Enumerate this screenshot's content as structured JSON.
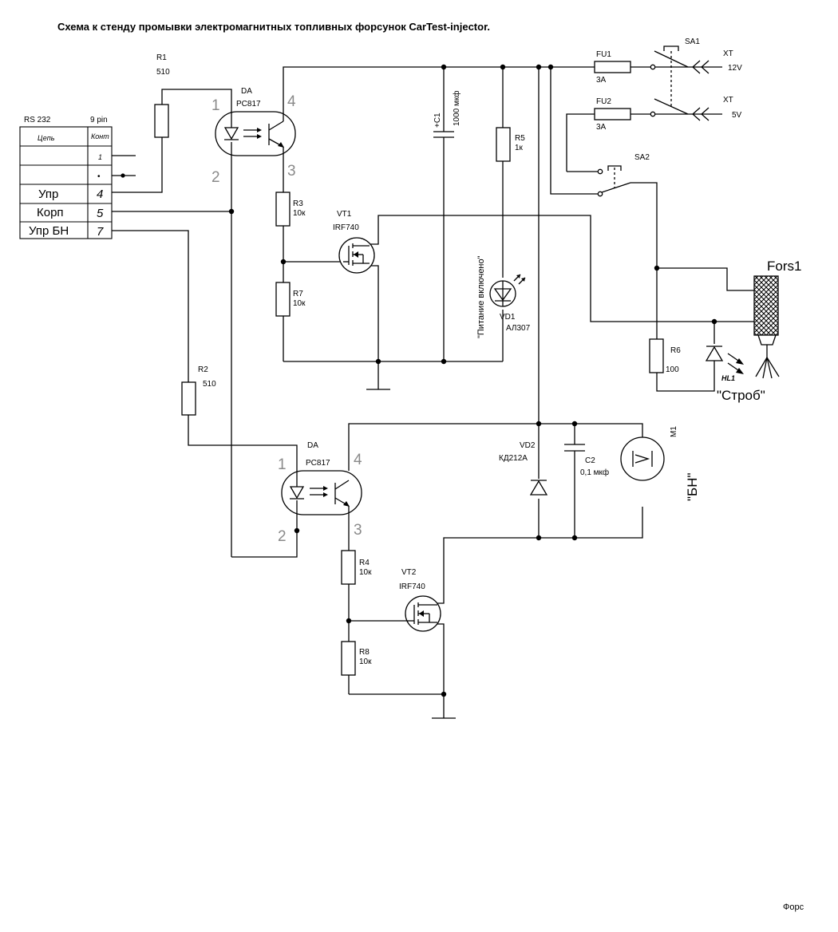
{
  "title": "Схема к стенду промывки электромагнитных топливных форсунок  CarTest-injector.",
  "signature": "Форс",
  "connector": {
    "name": "RS 232",
    "pins": "9 pin",
    "header_circuit": "Цепь",
    "header_contact": "Конт",
    "rows": [
      {
        "circuit": "",
        "contact": "1"
      },
      {
        "circuit": "",
        "contact": "•"
      },
      {
        "circuit": "Упр",
        "contact": "4"
      },
      {
        "circuit": "Корп",
        "contact": "5"
      },
      {
        "circuit": "Упр БН",
        "contact": "7"
      }
    ]
  },
  "components": {
    "r1": {
      "ref": "R1",
      "value": "510"
    },
    "r2": {
      "ref": "R2",
      "value": "510"
    },
    "r3": {
      "ref": "R3",
      "value": "10к"
    },
    "r4": {
      "ref": "R4",
      "value": "10к"
    },
    "r5": {
      "ref": "R5",
      "value": "1к"
    },
    "r6": {
      "ref": "R6",
      "value": "100"
    },
    "r7": {
      "ref": "R7",
      "value": "10к"
    },
    "r8": {
      "ref": "R8",
      "value": "10к"
    },
    "da1": {
      "ref": "DA",
      "value": "PC817",
      "pin1": "1",
      "pin2": "2",
      "pin3": "3",
      "pin4": "4"
    },
    "da2": {
      "ref": "DA",
      "value": "PC817",
      "pin1": "1",
      "pin2": "2",
      "pin3": "3",
      "pin4": "4"
    },
    "vt1": {
      "ref": "VT1",
      "value": "IRF740"
    },
    "vt2": {
      "ref": "VT2",
      "value": "IRF740"
    },
    "c1": {
      "ref": "+C1",
      "value": "1000 мкф"
    },
    "c2": {
      "ref": "C2",
      "value": "0,1 мкф"
    },
    "vd1": {
      "ref": "VD1",
      "value": "АЛ307",
      "label": "\"Питание включено\""
    },
    "vd2": {
      "ref": "VD2",
      "value": "КД212А"
    },
    "hl1": {
      "ref": "HL1",
      "label": "\"Строб\""
    },
    "fu1": {
      "ref": "FU1",
      "value": "3А"
    },
    "fu2": {
      "ref": "FU2",
      "value": "3А"
    },
    "sa1": {
      "ref": "SA1"
    },
    "sa2": {
      "ref": "SA2"
    },
    "xt1": {
      "ref": "XT",
      "value": "12V"
    },
    "xt2": {
      "ref": "XT",
      "value": "5V"
    },
    "m1": {
      "ref": "M1",
      "label": "\"БН\""
    },
    "fors1": {
      "ref": "Fors1"
    }
  }
}
